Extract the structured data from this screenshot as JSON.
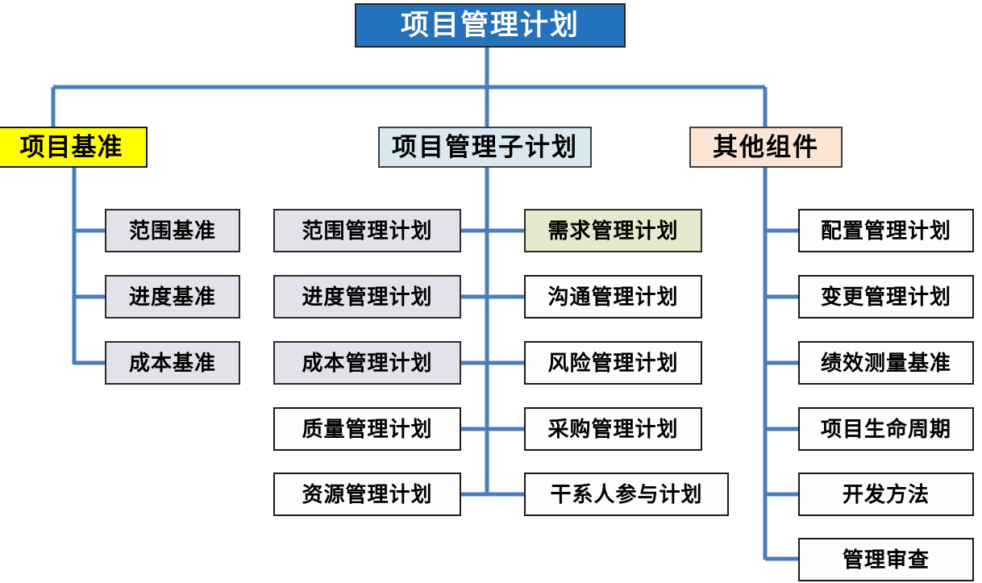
{
  "diagram": {
    "title": "项目管理计划",
    "root": {
      "label": "项目管理计划",
      "fill": "#2372bd",
      "text_color": "#ffffff"
    },
    "line_color": "#4a7ebb",
    "branches": [
      {
        "id": "project-baselines",
        "label": "项目基准",
        "fill": "#ffff00",
        "items": [
          {
            "label": "范围基准",
            "fill": "#e3e1ea"
          },
          {
            "label": "进度基准",
            "fill": "#e3e1ea"
          },
          {
            "label": "成本基准",
            "fill": "#e3e1ea"
          }
        ]
      },
      {
        "id": "subsidiary-management-plans",
        "label": "项目管理子计划",
        "fill": "#dae8f1",
        "items_left": [
          {
            "label": "范围管理计划",
            "fill": "#e3e1ea"
          },
          {
            "label": "进度管理计划",
            "fill": "#e3e1ea"
          },
          {
            "label": "成本管理计划",
            "fill": "#e3e1ea"
          },
          {
            "label": "质量管理计划",
            "fill": "#ffffff"
          },
          {
            "label": "资源管理计划",
            "fill": "#ffffff"
          }
        ],
        "items_right": [
          {
            "label": "需求管理计划",
            "fill": "#e3eace"
          },
          {
            "label": "沟通管理计划",
            "fill": "#ffffff"
          },
          {
            "label": "风险管理计划",
            "fill": "#ffffff"
          },
          {
            "label": "采购管理计划",
            "fill": "#ffffff"
          },
          {
            "label": "干系人参与计划",
            "fill": "#ffffff"
          }
        ]
      },
      {
        "id": "other-components",
        "label": "其他组件",
        "fill": "#fce5d3",
        "items": [
          {
            "label": "配置管理计划",
            "fill": "#ffffff"
          },
          {
            "label": "变更管理计划",
            "fill": "#ffffff"
          },
          {
            "label": "绩效测量基准",
            "fill": "#ffffff"
          },
          {
            "label": "项目生命周期",
            "fill": "#ffffff"
          },
          {
            "label": "开发方法",
            "fill": "#ffffff"
          },
          {
            "label": "管理审查",
            "fill": "#ffffff"
          }
        ]
      }
    ]
  }
}
